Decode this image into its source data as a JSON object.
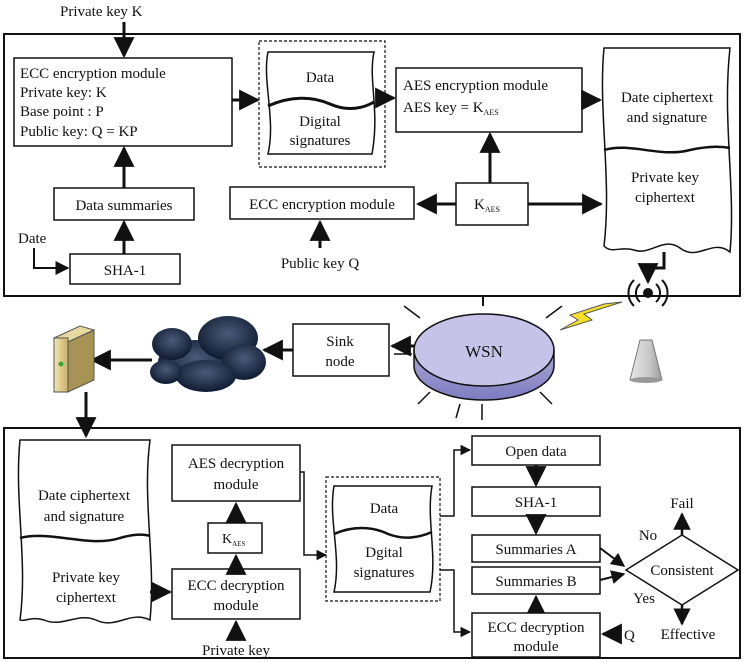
{
  "top": {
    "private_key_label": "Private key K",
    "ecc_enc_title": "ECC encryption module",
    "ecc_enc_line1": "Private key: K",
    "ecc_enc_line2": "Base point : P",
    "ecc_enc_line3": "Public key: Q = KP",
    "data_label": "Data",
    "digital_sig_1": "Digital",
    "digital_sig_2": "signatures",
    "aes_enc_title": "AES encryption module",
    "aes_key_prefix": "AES key = K",
    "aes_key_sub": "AES",
    "cipher_top_1": "Date ciphertext",
    "cipher_top_2": "and signature",
    "cipher_bottom_1": "Private key",
    "cipher_bottom_2": "ciphertext",
    "data_summaries": "Data summaries",
    "ecc_enc_module2": "ECC encryption module",
    "kaes_main": "K",
    "kaes_sub": "AES",
    "date_label": "Date",
    "sha1": "SHA-1",
    "public_key_q": "Public key Q"
  },
  "middle": {
    "sink_1": "Sink",
    "sink_2": "node",
    "wsn": "WSN"
  },
  "bottom": {
    "cipher_top_1": "Date ciphertext",
    "cipher_top_2": "and signature",
    "cipher_bottom_1": "Private key",
    "cipher_bottom_2": "ciphertext",
    "aes_dec_1": "AES decryption",
    "aes_dec_2": "module",
    "kaes_main": "K",
    "kaes_sub": "AES",
    "ecc_dec_1": "ECC decryption",
    "ecc_dec_2": "module",
    "private_key": "Private key",
    "data_label": "Data",
    "sig_1": "Dgital",
    "sig_2": "signatures",
    "open_data": "Open data",
    "sha1": "SHA-1",
    "summaries_a": "Summaries A",
    "summaries_b": "Summaries B",
    "ecc_dec2_1": "ECC decryption",
    "ecc_dec2_2": "module",
    "q_label": "Q",
    "consistent": "Consistent",
    "fail": "Fail",
    "no": "No",
    "yes": "Yes",
    "effective": "Effective"
  }
}
